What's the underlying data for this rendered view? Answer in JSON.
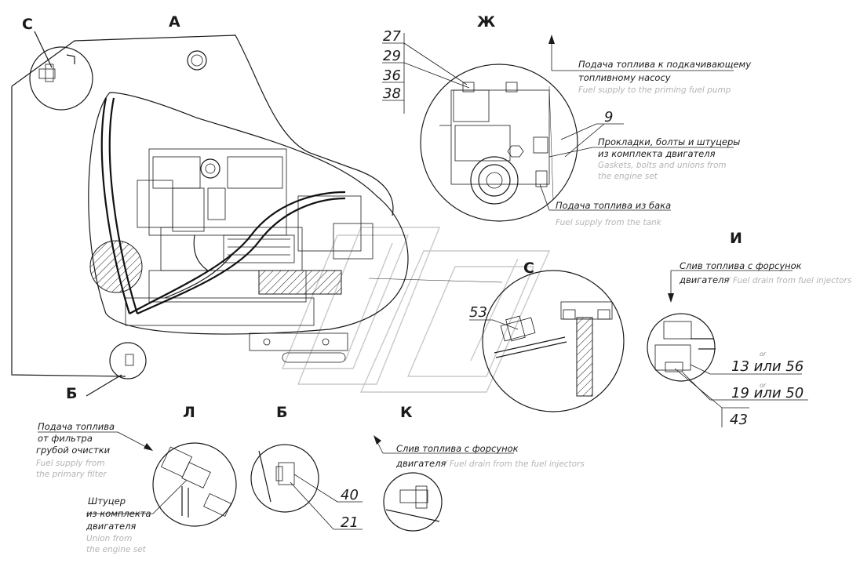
{
  "views": {
    "A": "А",
    "C_top": "С",
    "Zh": "Ж",
    "I": "И",
    "C_mid": "С",
    "B_left": "Б",
    "L": "Л",
    "B_mid": "Б",
    "K": "К"
  },
  "numbers": {
    "n27": "27",
    "n29": "29",
    "n36": "36",
    "n38": "38",
    "n9": "9",
    "n53": "53",
    "n13_56": "13 или 56",
    "n19_50": "19 или 50",
    "n43": "43",
    "n40": "40",
    "n21": "21",
    "or1": "or",
    "or2": "or"
  },
  "labels": {
    "priming_ru_1": "Подача топлива к подкачивающему",
    "priming_ru_2": "топливному насосу",
    "priming_en": "Fuel supply to the priming fuel pump",
    "gaskets_ru_1": "Прокладки, болты и штуцеры",
    "gaskets_ru_2": "из комплекта двигателя",
    "gaskets_en_1": "Gaskets, bolts and unions from",
    "gaskets_en_2": "the engine set",
    "tank_ru": "Подача топлива из бака",
    "tank_en": "Fuel supply from the tank",
    "drain_i_ru_1": "Слив топлива с форсунок",
    "drain_i_ru_2": "двигателя",
    "drain_i_en": "/ Fuel drain from fuel injectors",
    "filter_ru_1": "Подача топлива",
    "filter_ru_2": "от фильтра",
    "filter_ru_3": "грубой очистки",
    "filter_en_1": "Fuel supply from",
    "filter_en_2": "the primary filter",
    "union_ru_1": "Штуцер",
    "union_ru_2": "из комплекта",
    "union_ru_3": "двигателя",
    "union_en_1": "Union from",
    "union_en_2": "the engine set",
    "drain_k_ru_1": "Слив топлива с форсунок",
    "drain_k_ru_2": "двигателя",
    "drain_k_en": "/ Fuel drain from the fuel injectors"
  }
}
